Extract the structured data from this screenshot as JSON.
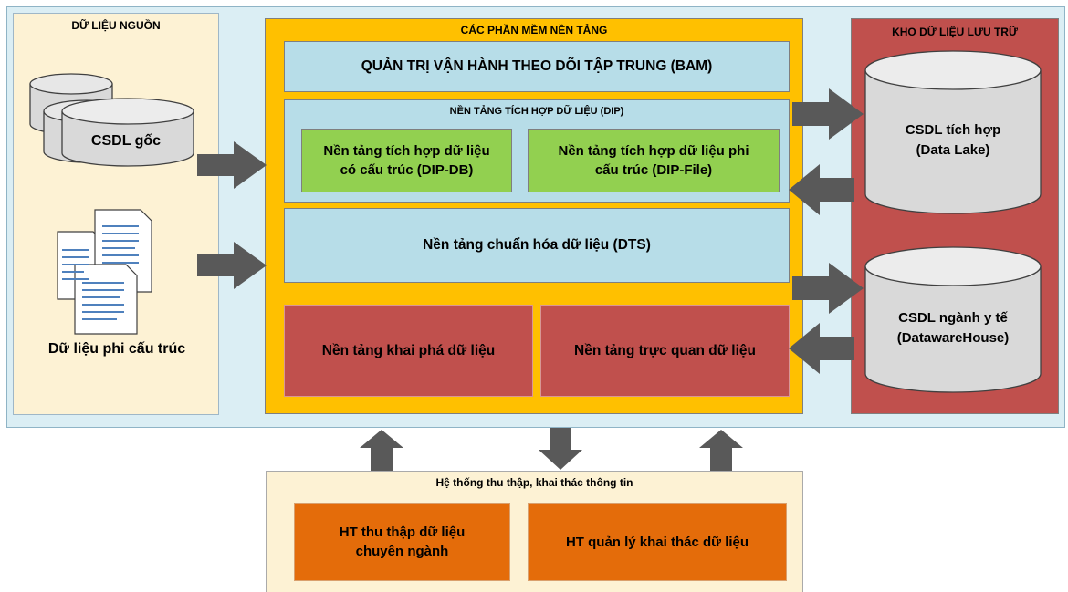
{
  "source": {
    "title": "DỮ LIỆU NGUỒN",
    "db_label": "CSDL gốc",
    "docs_label": "Dữ liệu phi cấu trúc"
  },
  "platforms": {
    "title": "CÁC PHẦN MỀM NỀN TẢNG",
    "bam": "QUẢN TRỊ VẬN HÀNH THEO DÕI TẬP TRUNG (BAM)",
    "dip": {
      "title": "NỀN TẢNG TÍCH HỢP DỮ LIỆU (DIP)",
      "db_line1": "Nền tảng tích hợp dữ liệu",
      "db_line2": "có cấu trúc (DIP-DB)",
      "file_line1": "Nền tảng tích hợp dữ liệu phi",
      "file_line2": "cấu trúc (DIP-File)"
    },
    "dts": "Nền tảng chuẩn hóa dữ liệu (DTS)",
    "mining": "Nền tảng khai phá dữ liệu",
    "visual": "Nền tảng trực quan dữ liệu"
  },
  "storage": {
    "title": "KHO DỮ LIỆU LƯU TRỮ",
    "lake_line1": "CSDL tích hợp",
    "lake_line2": "(Data Lake)",
    "dw_line1": "CSDL ngành y tế",
    "dw_line2": "(DatawareHouse)"
  },
  "collection": {
    "title": "Hệ thống thu thập, khai thác thông tin",
    "ht1_line1": "HT thu thập dữ liệu",
    "ht1_line2": "chuyên ngành",
    "ht2": "HT quản lý khai thác dữ liệu"
  },
  "colors": {
    "platform_bg": "#ffc000",
    "storage_bg": "#c0504d",
    "light_blue": "#b7dde8",
    "green": "#92d050",
    "orange": "#e46c0a",
    "arrow": "#595959",
    "source_bg": "#fdf2d4"
  }
}
